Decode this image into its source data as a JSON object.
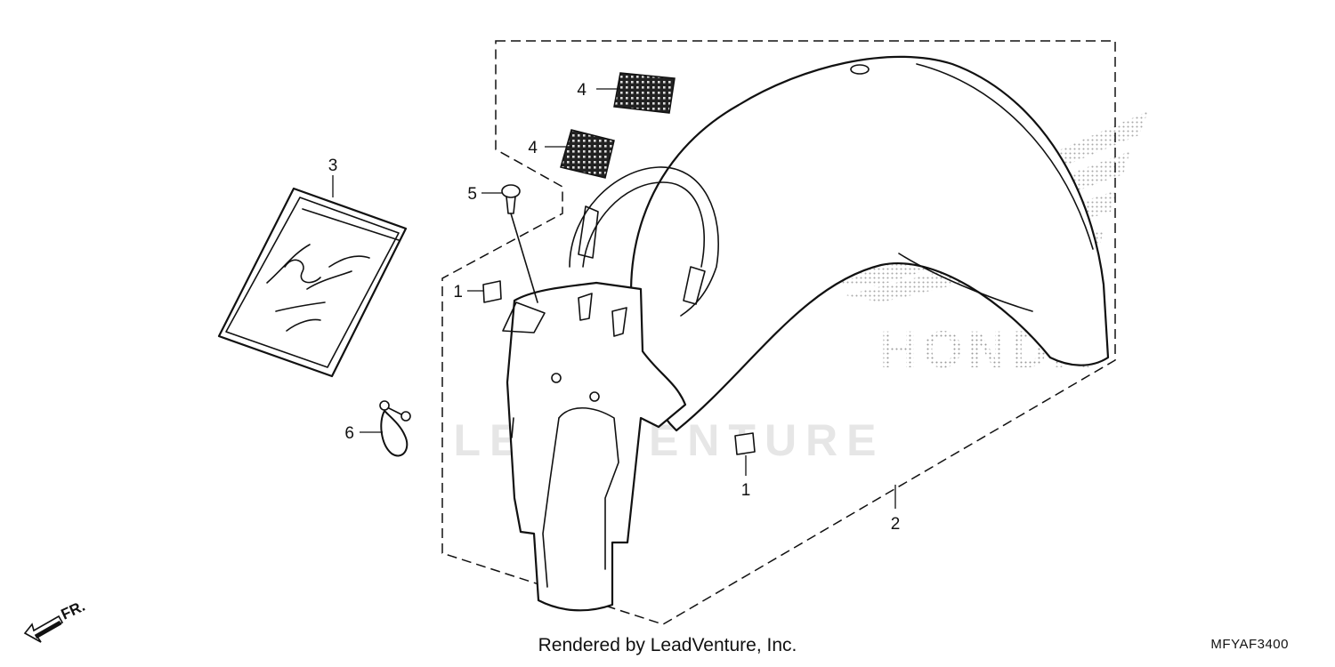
{
  "callouts": {
    "c1a": "1",
    "c1b": "1",
    "c2": "2",
    "c3": "3",
    "c4a": "4",
    "c4b": "4",
    "c5": "5",
    "c6": "6"
  },
  "direction_label": "FR.",
  "watermark_brand": "HONDA",
  "watermark_text": "LEADVENTURE",
  "credit": "Rendered by LeadVenture, Inc.",
  "diagram_code": "MFYAF3400"
}
